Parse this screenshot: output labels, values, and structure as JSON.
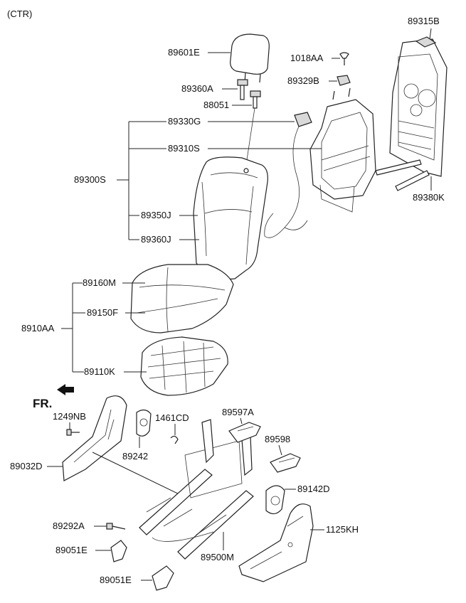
{
  "header": {
    "variant": "(CTR)",
    "front_indicator": "FR."
  },
  "labels": [
    {
      "id": "89315B",
      "text": "89315B"
    },
    {
      "id": "89601E",
      "text": "89601E"
    },
    {
      "id": "1018AA",
      "text": "1018AA"
    },
    {
      "id": "89360A",
      "text": "89360A"
    },
    {
      "id": "89329B",
      "text": "89329B"
    },
    {
      "id": "88051",
      "text": "88051"
    },
    {
      "id": "89330G",
      "text": "89330G"
    },
    {
      "id": "89310S",
      "text": "89310S"
    },
    {
      "id": "89300S",
      "text": "89300S"
    },
    {
      "id": "89380K",
      "text": "89380K"
    },
    {
      "id": "89350J",
      "text": "89350J"
    },
    {
      "id": "89360J",
      "text": "89360J"
    },
    {
      "id": "89160M",
      "text": "89160M"
    },
    {
      "id": "89150F",
      "text": "89150F"
    },
    {
      "id": "8910AA",
      "text": "8910AA"
    },
    {
      "id": "89110K",
      "text": "89110K"
    },
    {
      "id": "1249NB",
      "text": "1249NB"
    },
    {
      "id": "1461CD",
      "text": "1461CD"
    },
    {
      "id": "89597A",
      "text": "89597A"
    },
    {
      "id": "89242",
      "text": "89242"
    },
    {
      "id": "89598",
      "text": "89598"
    },
    {
      "id": "89032D",
      "text": "89032D"
    },
    {
      "id": "89142D",
      "text": "89142D"
    },
    {
      "id": "1125KH",
      "text": "1125KH"
    },
    {
      "id": "89292A",
      "text": "89292A"
    },
    {
      "id": "89051E_a",
      "text": "89051E"
    },
    {
      "id": "89500M",
      "text": "89500M"
    },
    {
      "id": "89051E_b",
      "text": "89051E"
    }
  ]
}
